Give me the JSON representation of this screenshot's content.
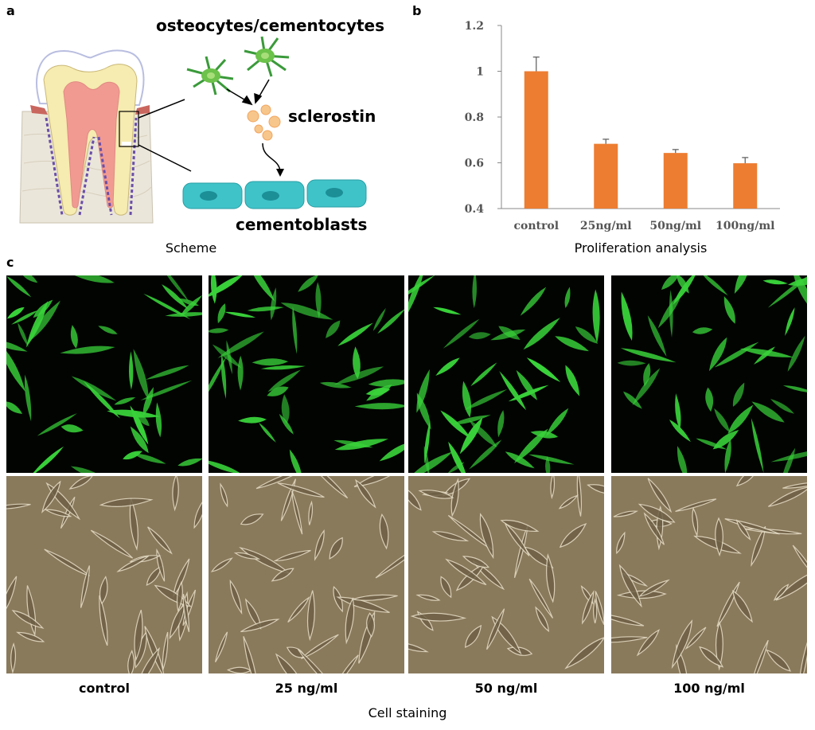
{
  "panel_a": {
    "letter": "a",
    "osteocytes_label": "osteocytes/cementocytes",
    "sclerostin_label": "sclerostin",
    "cementoblasts_label": "cementoblasts",
    "caption": "Scheme"
  },
  "panel_b": {
    "letter": "b",
    "caption": "Proliferation analysis"
  },
  "panel_c": {
    "letter": "c",
    "caption": "Cell staining",
    "columns": [
      "control",
      "25 ng/ml",
      "50 ng/ml",
      "100 ng/ml"
    ]
  },
  "colors": {
    "bar": "#ed7d31",
    "fluorescence": "#39d23a",
    "phase_bg": "#8a7a5c",
    "cementoblast": "#3fc3c9"
  },
  "chart_data": {
    "type": "bar",
    "categories": [
      "control",
      "25ng/ml",
      "50ng/ml",
      "100ng/ml"
    ],
    "values": [
      1.0,
      0.683,
      0.643,
      0.598
    ],
    "errors": [
      0.062,
      0.02,
      0.015,
      0.025
    ],
    "yticks": [
      "0.4",
      "0.6",
      "0.8",
      "1",
      "1.2"
    ],
    "ylim": [
      0.4,
      1.2
    ],
    "grid": false
  }
}
